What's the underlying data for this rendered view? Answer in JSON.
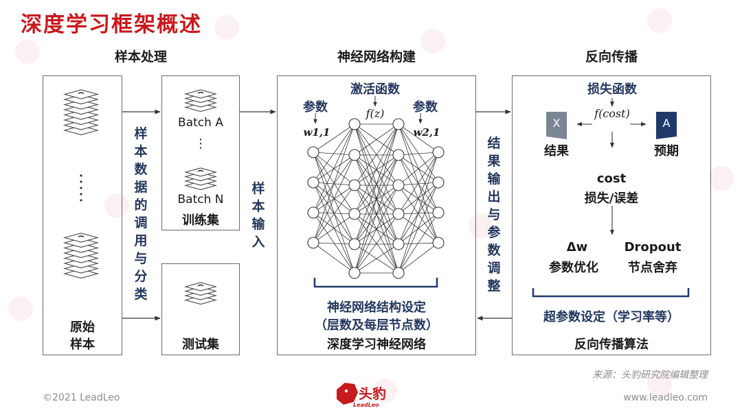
{
  "title": "深度学习框架概述",
  "sections": {
    "sample": "样本处理",
    "network": "神经网络构建",
    "backprop": "反向传播"
  },
  "sample": {
    "raw_label_1": "原始",
    "raw_label_2": "样本",
    "batch_a": "Batch A",
    "batch_n": "Batch N",
    "ellipsis": "⋮",
    "train_set": "训练集",
    "test_set": "测试集",
    "dispatch_label": [
      "样",
      "本",
      "数",
      "据",
      "的",
      "调",
      "用",
      "与",
      "分",
      "类"
    ],
    "input_label": [
      "样",
      "本",
      "输",
      "入"
    ]
  },
  "network": {
    "activation": "激活函数",
    "fz": "f(z)",
    "param_left": "参数",
    "param_right": "参数",
    "w_left": "w1,1",
    "w_right": "w2,1",
    "structure_1": "神经网络结构设定",
    "structure_2": "（层数及每层节点数）",
    "footer": "深度学习神经网络",
    "output_label": [
      "结",
      "果",
      "输",
      "出",
      "与",
      "参",
      "数",
      "调",
      "整"
    ]
  },
  "backprop": {
    "loss_fn": "损失函数",
    "fcost": "f(cost)",
    "x_letter": "X",
    "a_letter": "A",
    "result": "结果",
    "expected": "预期",
    "cost": "cost",
    "cost_sub": "损失/误差",
    "dw": "Δw",
    "dw_sub": "参数优化",
    "dropout": "Dropout",
    "dropout_sub": "节点舍弃",
    "hyper": "超参数设定（学习率等）",
    "footer": "反向传播算法"
  },
  "source": "来源：头豹研究院编辑整理",
  "copyright": "©2021 LeadLeo",
  "website": "www.leadleo.com",
  "logo": {
    "cn": "头豹",
    "en": "LeadLeo"
  },
  "colors": {
    "title": "#c8191e",
    "text_blue": "#23375e",
    "icon_fill": "#1f3a68",
    "icon_gray": "#7b8694"
  }
}
